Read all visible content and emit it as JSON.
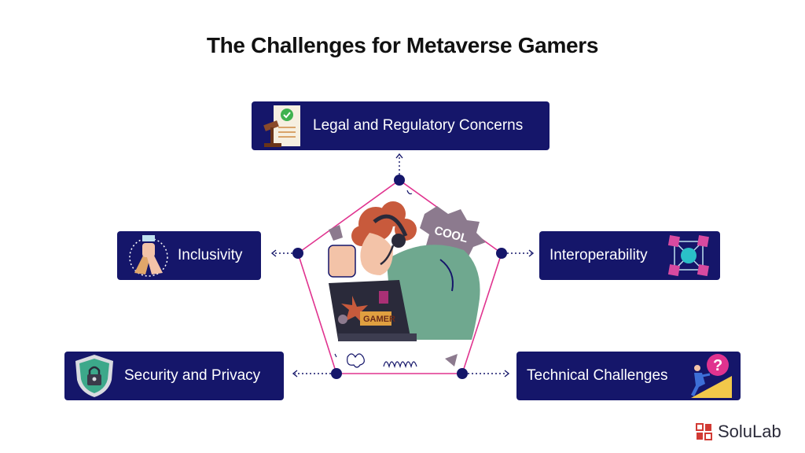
{
  "title": "The Challenges for Metaverse Gamers",
  "challenges": {
    "legal": "Legal and Regulatory Concerns",
    "inclusivity": "Inclusivity",
    "interoperability": "Interoperability",
    "security": "Security and Privacy",
    "technical": "Technical Challenges"
  },
  "illustration": {
    "laptop_sticker": "GAMER",
    "bubble_text": "COOL"
  },
  "brand": {
    "name": "SoluLab"
  },
  "colors": {
    "box": "#15166a",
    "pentagon": "#e0338f",
    "node": "#15166a",
    "accent_green": "#6fa88f"
  }
}
